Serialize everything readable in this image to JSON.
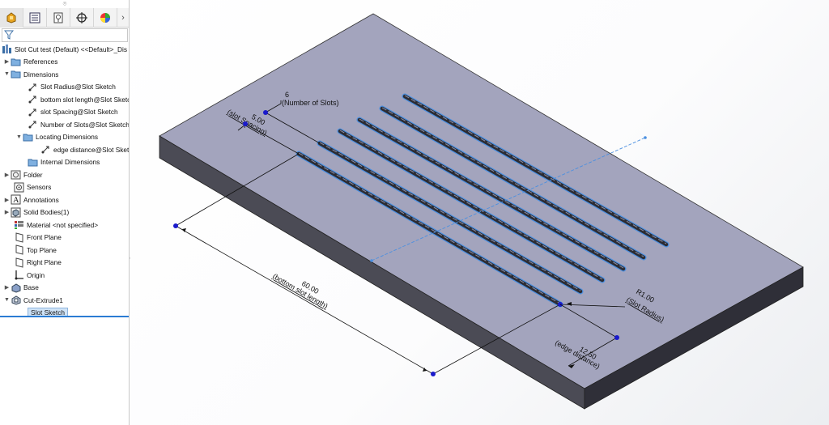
{
  "tree": {
    "root": "Slot Cut test (Default) <<Default>_Dis",
    "references": "References",
    "dimensions": "Dimensions",
    "dim_items": [
      "Slot Radius@Slot Sketch",
      "bottom slot length@Slot Sketch",
      "slot Spacing@Slot Sketch",
      "Number of Slots@Slot Sketch"
    ],
    "locating_dimensions": "Locating Dimensions",
    "edge_distance": "edge distance@Slot Sketch",
    "internal_dimensions": "Internal Dimensions",
    "folder": "Folder",
    "sensors": "Sensors",
    "annotations": "Annotations",
    "solid_bodies": "Solid Bodies(1)",
    "material": "Material <not specified>",
    "front_plane": "Front Plane",
    "top_plane": "Top Plane",
    "right_plane": "Right Plane",
    "origin": "Origin",
    "base": "Base",
    "cut_extrude": "Cut-Extrude1",
    "slot_sketch": "Slot Sketch"
  },
  "dimensions": {
    "slot_count_value": "6",
    "slot_count_name": "(Number of Slots)",
    "spacing_value": "5.00",
    "spacing_name": "(slot Spacing)",
    "length_value": "60.00",
    "length_name": "(bottom slot length)",
    "radius_value": "R1.00",
    "radius_name": "(Slot Radius)",
    "edge_value": "12.50",
    "edge_name": "(edge distance)"
  },
  "colors": {
    "plate_top": "#a3a4bd",
    "plate_front": "#4b4b55",
    "plate_right": "#2f2f38",
    "sketch_blue": "#4b8fe0",
    "point_blue": "#1a1acc"
  }
}
